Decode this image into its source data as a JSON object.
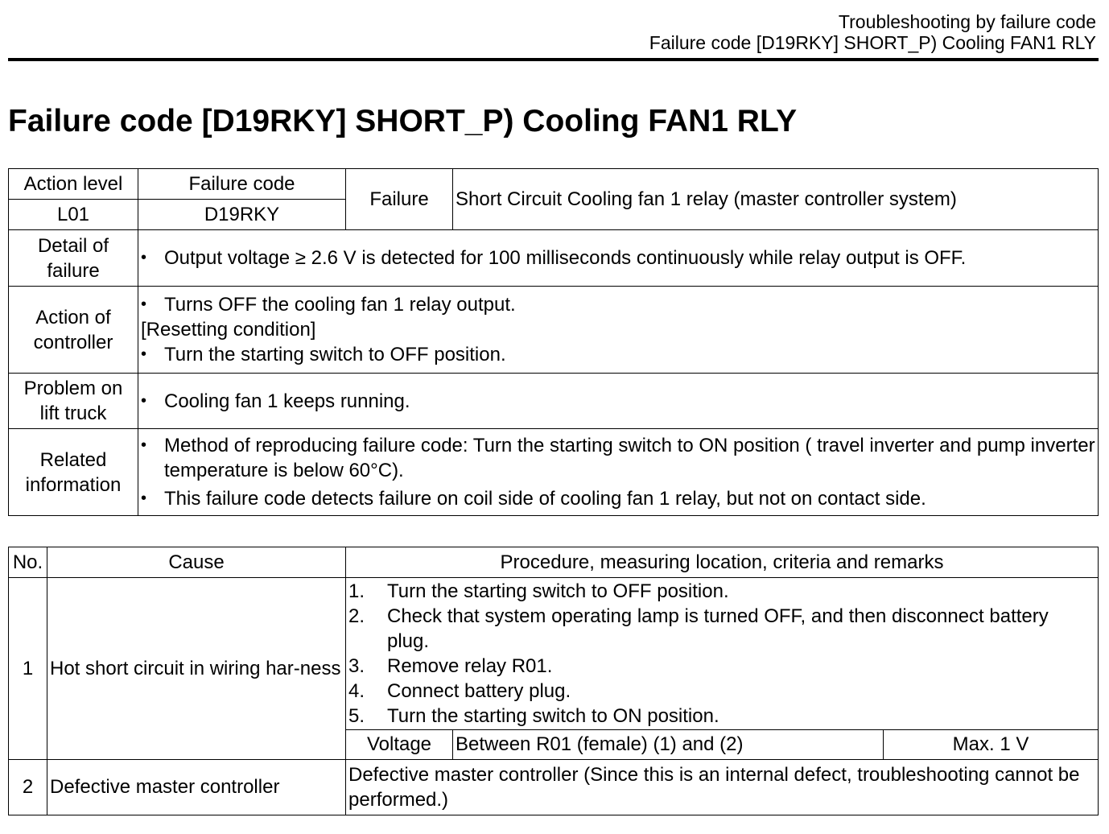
{
  "header": {
    "line1": "Troubleshooting by failure code",
    "line2": "Failure code [D19RKY] SHORT_P) Cooling FAN1 RLY"
  },
  "title": "Failure code [D19RKY] SHORT_P) Cooling FAN1 RLY",
  "info": {
    "action_level_label": "Action level",
    "action_level_value": "L01",
    "failure_code_label": "Failure code",
    "failure_code_value": "D19RKY",
    "failure_label": "Failure",
    "failure_value": "Short Circuit Cooling fan 1 relay (master controller system)",
    "detail_label_1": "Detail of",
    "detail_label_2": "failure",
    "detail_items": [
      "Output voltage ≥ 2.6 V is detected for 100 milliseconds continuously while relay output is OFF."
    ],
    "action_label_1": "Action of",
    "action_label_2": "controller",
    "action_item_1": "Turns OFF the cooling fan 1 relay output.",
    "resetting_label": "[Resetting condition]",
    "action_item_2": "Turn the starting switch to OFF position.",
    "problem_label_1": "Problem on",
    "problem_label_2": "lift truck",
    "problem_item": "Cooling fan 1 keeps running.",
    "related_label_1": "Related",
    "related_label_2": "information",
    "related_item_1": "Method of reproducing failure code: Turn the starting switch to ON position ( travel inverter and pump inverter temperature is below 60°C).",
    "related_item_2": "This failure code detects failure on coil side of cooling fan 1 relay, but not on contact side."
  },
  "causes": {
    "col_no": "No.",
    "col_cause": "Cause",
    "col_procedure": "Procedure, measuring location, criteria and remarks",
    "rows": [
      {
        "no": "1",
        "cause": "Hot short circuit in wiring har-ness",
        "steps": [
          {
            "n": "1.",
            "text": "Turn the starting switch to OFF position."
          },
          {
            "n": "2.",
            "text": "Check that system operating lamp is turned OFF, and then disconnect battery plug."
          },
          {
            "n": "3.",
            "text": "Remove relay R01."
          },
          {
            "n": "4.",
            "text": "Connect battery plug."
          },
          {
            "n": "5.",
            "text": "Turn the starting switch to ON position."
          }
        ],
        "measure_item": "Voltage",
        "measure_location": "Between R01 (female) (1) and (2)",
        "measure_value": "Max. 1 V"
      },
      {
        "no": "2",
        "cause": "Defective master controller",
        "procedure": "Defective master controller (Since this is an internal defect, troubleshooting cannot be performed.)"
      }
    ]
  }
}
